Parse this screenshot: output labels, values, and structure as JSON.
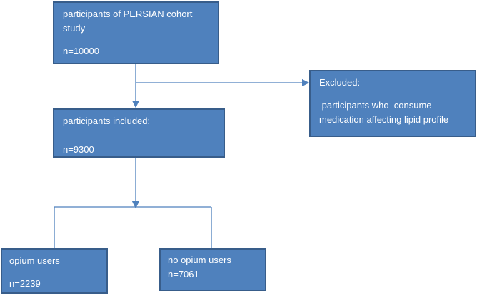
{
  "colors": {
    "box_fill": "#4f81bd",
    "box_border": "#385d8a",
    "box_text": "#ffffff",
    "connector": "#4f81bd"
  },
  "boxes": {
    "cohort": {
      "line1": "participants of PERSIAN cohort",
      "line2": "study",
      "count": "n=10000"
    },
    "excluded": {
      "title": "Excluded:",
      "line1": " participants who  consume",
      "line2": "medication affecting lipid profile"
    },
    "included": {
      "title": "participants included:",
      "count": "n=9300"
    },
    "opium_users": {
      "title": "opium users",
      "count": "n=2239"
    },
    "no_opium_users": {
      "title": "no opium users",
      "count": "n=7061"
    }
  }
}
